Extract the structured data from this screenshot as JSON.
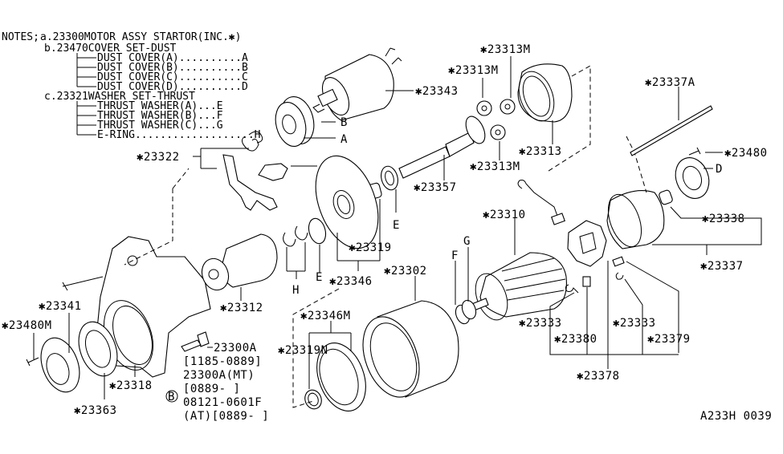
{
  "diagram": {
    "title": "Starter motor exploded parts diagram",
    "code": "A233H 0039"
  },
  "notes": {
    "heading": "NOTES;",
    "a": "a.23300MOTOR ASSY STARTOR(INC.✱)",
    "b": "b.23470COVER SET-DUST",
    "b_items": [
      "DUST COVER(A)..........A",
      "DUST COVER(B)..........B",
      "DUST COVER(C)..........C",
      "DUST COVER(D)..........D"
    ],
    "c": "c.23321WASHER SET-THRUST",
    "c_items": [
      "THRUST WASHER(A)...E",
      "THRUST WASHER(B)...F",
      "THRUST WASHER(C)...G",
      "E-RING...................H"
    ]
  },
  "callouts": {
    "p23343": "✱23343",
    "pB_top": "B",
    "pA_top": "A",
    "pC": "C",
    "p23322": "✱23322",
    "p23313M_1": "✱23313M",
    "p23313M_2": "✱23313M",
    "p23313M_3": "✱23313M",
    "p23313": "✱23313",
    "p23357": "✱23357",
    "pE_upper": "E",
    "p23319": "✱23319",
    "p23346": "✱23346",
    "pH": "H",
    "pE_lower": "E",
    "p23302": "✱23302",
    "p23337A": "✱23337A",
    "p23480": "✱23480",
    "pD": "D",
    "p23338": "✱23338",
    "p23337": "✱23337",
    "p23310": "✱23310",
    "pF": "F",
    "pG": "G",
    "p23333_left": "✱23333",
    "p23333_right": "✱23333",
    "p23380": "✱23380",
    "p23379": "✱23379",
    "p23378": "✱23378",
    "p23312": "✱23312",
    "p23341": "✱23341",
    "p23480M": "✱23480M",
    "p23318": "✱23318",
    "p23363": "✱23363",
    "p23346M": "✱23346M",
    "p23319N": "✱23319N",
    "p23300A": "23300A",
    "p23300A_range": "[1185-0889]",
    "p23300A_mt": "23300A(MT)",
    "p23300A_mt_range": "[0889-  ]",
    "bolt_marker": "B",
    "bolt_part": "08121-0601F",
    "bolt_range": "(AT)[0889-  ]"
  }
}
